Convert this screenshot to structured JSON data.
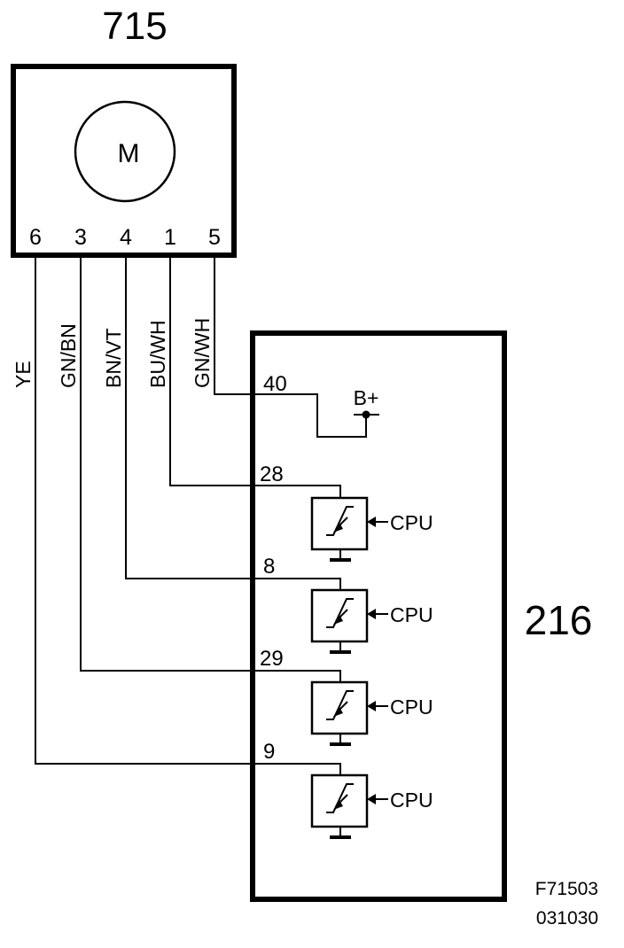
{
  "motor_unit": {
    "id": "715",
    "symbol": "M",
    "pins": [
      "6",
      "3",
      "4",
      "1",
      "5"
    ]
  },
  "control_unit": {
    "id": "216"
  },
  "wires": [
    {
      "pin": "6",
      "color": "YE",
      "terminal": "9"
    },
    {
      "pin": "3",
      "color": "GN/BN",
      "terminal": "29"
    },
    {
      "pin": "4",
      "color": "BN/VT",
      "terminal": "8"
    },
    {
      "pin": "1",
      "color": "BU/WH",
      "terminal": "28"
    },
    {
      "pin": "5",
      "color": "GN/WH",
      "terminal": "40"
    }
  ],
  "supply_label": "B+",
  "driver_input_label": "CPU",
  "figure_ref": {
    "code": "F71503",
    "date": "031030"
  }
}
